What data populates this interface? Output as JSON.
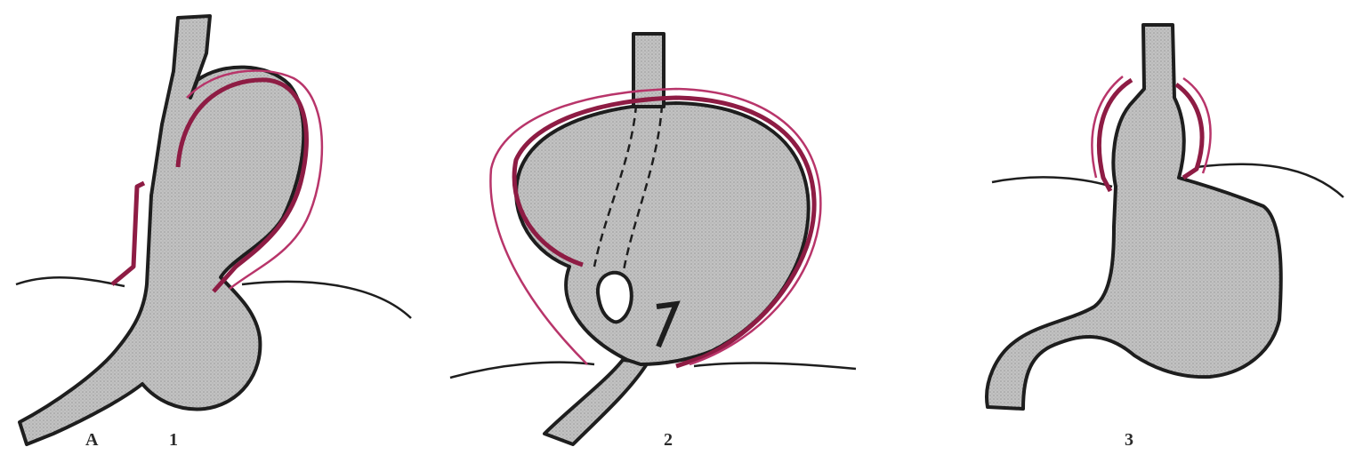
{
  "panels": [
    {
      "letter": "A",
      "number": "1"
    },
    {
      "number": "2"
    },
    {
      "number": "3"
    }
  ],
  "colors": {
    "organ_fill": "#bdbdbd",
    "outline": "#1e1e1e",
    "hernia_sac": "#8e1c44",
    "hernia_sac_light": "#b8356a"
  }
}
